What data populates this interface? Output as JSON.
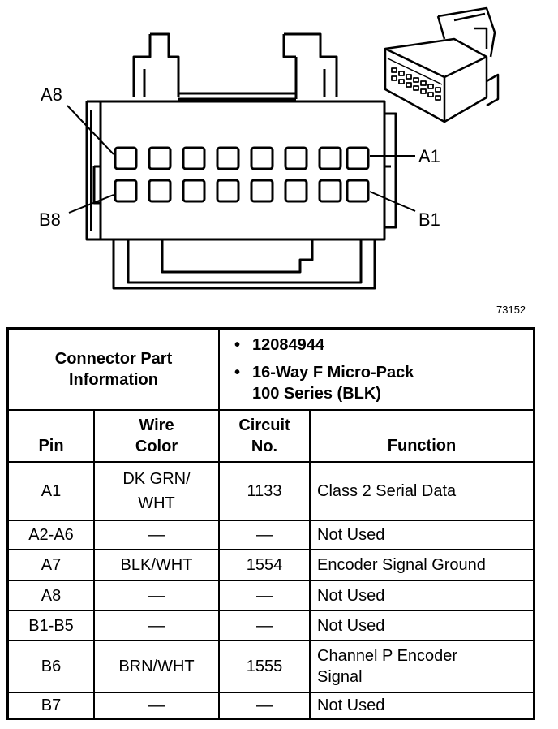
{
  "figure_id": "73152",
  "pin_labels": {
    "a8": "A8",
    "a1": "A1",
    "b8": "B8",
    "b1": "B1"
  },
  "connector_info": {
    "header": "Connector Part Information",
    "part_number": "12084944",
    "description_line1": "16-Way F Micro-Pack",
    "description_line2": "100 Series (BLK)"
  },
  "columns": {
    "pin": "Pin",
    "wire_color": "Wire Color",
    "circuit_no": "Circuit No.",
    "function": "Function"
  },
  "rows": [
    {
      "pin": "A1",
      "wire_color": "DK GRN/ WHT",
      "circuit": "1133",
      "function": "Class 2 Serial Data"
    },
    {
      "pin": "A2-A6",
      "wire_color": "—",
      "circuit": "—",
      "function": "Not Used"
    },
    {
      "pin": "A7",
      "wire_color": "BLK/WHT",
      "circuit": "1554",
      "function": "Encoder Signal Ground"
    },
    {
      "pin": "A8",
      "wire_color": "—",
      "circuit": "—",
      "function": "Not Used"
    },
    {
      "pin": "B1-B5",
      "wire_color": "—",
      "circuit": "—",
      "function": "Not Used"
    },
    {
      "pin": "B6",
      "wire_color": "BRN/WHT",
      "circuit": "1555",
      "function": "Channel P Encoder Signal"
    },
    {
      "pin": "B7",
      "wire_color": "—",
      "circuit": "—",
      "function": "Not Used"
    }
  ]
}
